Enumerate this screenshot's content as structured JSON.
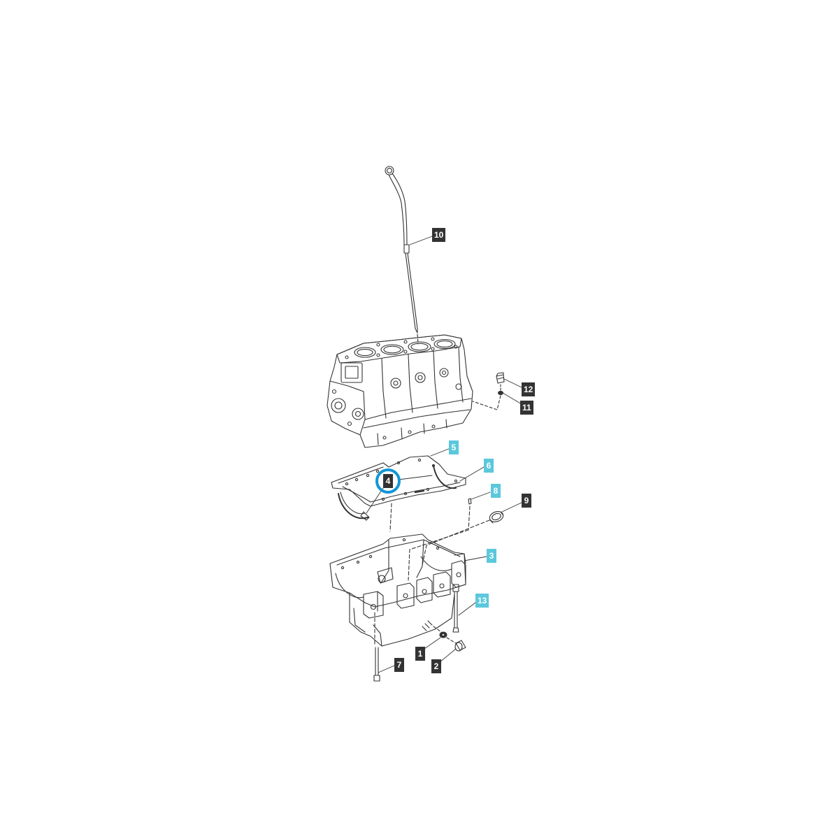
{
  "colors": {
    "line": "#333333",
    "label_dark": "#333333",
    "label_cyan": "#5bc8dc",
    "label_text": "#ffffff",
    "highlight": "#1296d6"
  },
  "callouts": [
    {
      "id": "1",
      "label": "1",
      "style": "dark",
      "part": "drain-washer"
    },
    {
      "id": "2",
      "label": "2",
      "style": "dark",
      "part": "drain-plug"
    },
    {
      "id": "3",
      "label": "3",
      "style": "cyan",
      "part": "oil-pan"
    },
    {
      "id": "4",
      "label": "4",
      "style": "dark",
      "part": "pan-gasket",
      "selected": true
    },
    {
      "id": "5",
      "label": "5",
      "style": "cyan",
      "part": "gasket-seal-rear"
    },
    {
      "id": "6",
      "label": "6",
      "style": "cyan",
      "part": "gasket-seal-front"
    },
    {
      "id": "7",
      "label": "7",
      "style": "dark",
      "part": "pan-bolt"
    },
    {
      "id": "8",
      "label": "8",
      "style": "cyan",
      "part": "dowel-pin"
    },
    {
      "id": "9",
      "label": "9",
      "style": "dark",
      "part": "seal-ring"
    },
    {
      "id": "10",
      "label": "10",
      "style": "dark",
      "part": "dipstick"
    },
    {
      "id": "11",
      "label": "11",
      "style": "dark",
      "part": "washer"
    },
    {
      "id": "12",
      "label": "12",
      "style": "dark",
      "part": "plug"
    },
    {
      "id": "13",
      "label": "13",
      "style": "cyan",
      "part": "long-bolt"
    }
  ]
}
